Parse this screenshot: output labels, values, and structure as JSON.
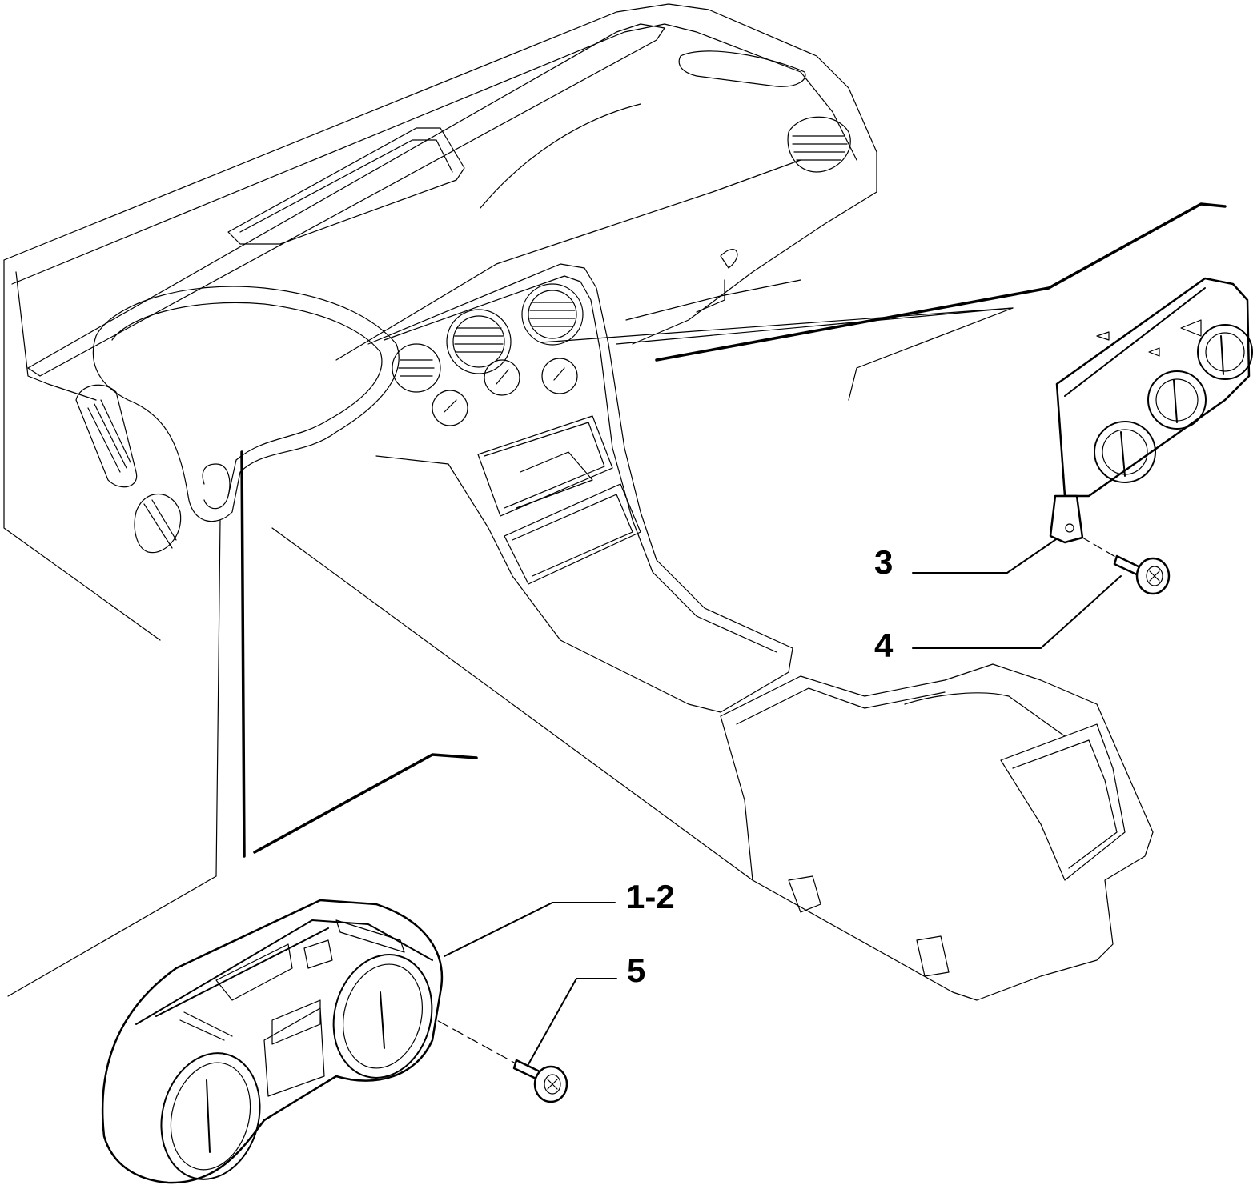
{
  "callouts": {
    "c1": {
      "label": "1-2"
    },
    "c3": {
      "label": "3"
    },
    "c4": {
      "label": "4"
    },
    "c5": {
      "label": "5"
    }
  }
}
